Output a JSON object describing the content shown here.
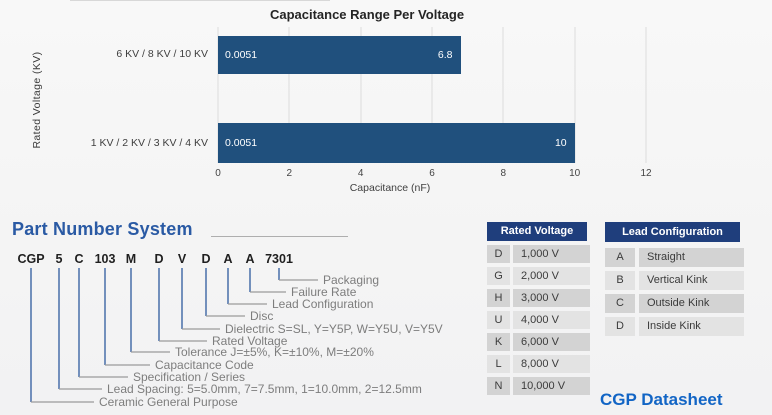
{
  "chart_data": {
    "type": "bar",
    "orientation": "horizontal",
    "title": "Capacitance Range Per Voltage",
    "xlabel": "Capacitance (nF)",
    "ylabel": "Rated Voltage  (KV)",
    "categories": [
      "6 KV / 8 KV / 10 KV",
      "1 KV / 2 KV / 3 KV / 4 KV"
    ],
    "values": [
      6.8,
      10
    ],
    "range_min_labels": [
      "0.0051",
      "0.0051"
    ],
    "range_max_labels": [
      "6.8",
      "10"
    ],
    "xlim": [
      0,
      12
    ],
    "xticks": [
      "0",
      "2",
      "4",
      "6",
      "8",
      "10",
      "12"
    ],
    "bar_color": "#20507d",
    "grid": true,
    "legend": false
  },
  "part_number": {
    "heading": "Part Number System",
    "codes": [
      "CGP",
      "5",
      "C",
      "103",
      "M",
      "D",
      "V",
      "D",
      "A",
      "A",
      "7301"
    ],
    "labels": [
      "Packaging",
      "Failure Rate",
      "Lead Configuration",
      "Disc",
      "Dielectric S=SL, Y=Y5P, W=Y5U, V=Y5V",
      "Rated Voltage",
      "Tolerance J=±5%, K=±10%, M=±20%",
      "Capacitance Code",
      "Specification / Series",
      "Lead Spacing: 5=5.0mm, 7=7.5mm, 1=10.0mm, 2=12.5mm",
      "Ceramic General Purpose"
    ]
  },
  "tables": {
    "rated_voltage": {
      "header": "Rated Voltage",
      "rows": [
        [
          "D",
          "1,000 V"
        ],
        [
          "G",
          "2,000 V"
        ],
        [
          "H",
          "3,000 V"
        ],
        [
          "U",
          "4,000 V"
        ],
        [
          "K",
          "6,000 V"
        ],
        [
          "L",
          "8,000 V"
        ],
        [
          "N",
          "10,000 V"
        ]
      ]
    },
    "lead_configuration": {
      "header": "Lead Configuration",
      "rows": [
        [
          "A",
          "Straight"
        ],
        [
          "B",
          "Vertical Kink"
        ],
        [
          "C",
          "Outside Kink"
        ],
        [
          "D",
          "Inside Kink"
        ]
      ]
    }
  },
  "links": {
    "datasheet": "CGP Datasheet"
  },
  "colors": {
    "bar": "#20507d",
    "table_header": "#1f3e7c",
    "heading_blue": "#2a5aa4",
    "link_blue": "#1265c5"
  }
}
